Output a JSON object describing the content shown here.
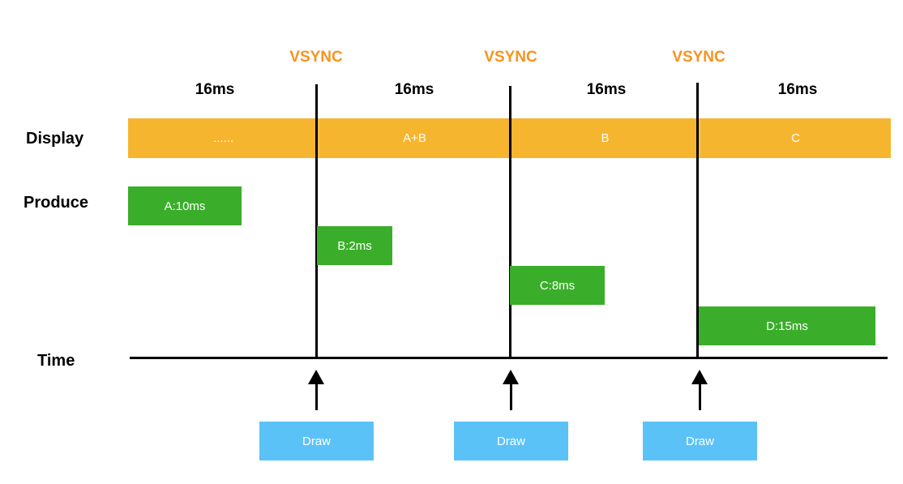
{
  "colors": {
    "vsync": "#F7931E",
    "display_bar": "#F5B52E",
    "produce_block": "#3AAE2A",
    "draw_box": "#5BC2F7",
    "line": "#000000"
  },
  "row_labels": {
    "display": "Display",
    "produce": "Produce",
    "time": "Time"
  },
  "vsync_label": "VSYNC",
  "intervals": [
    "16ms",
    "16ms",
    "16ms",
    "16ms"
  ],
  "display_segments": [
    "......",
    "A+B",
    "B",
    "C"
  ],
  "produce_blocks": [
    "A:10ms",
    "B:2ms",
    "C:8ms",
    "D:15ms"
  ],
  "draw_label": "Draw"
}
